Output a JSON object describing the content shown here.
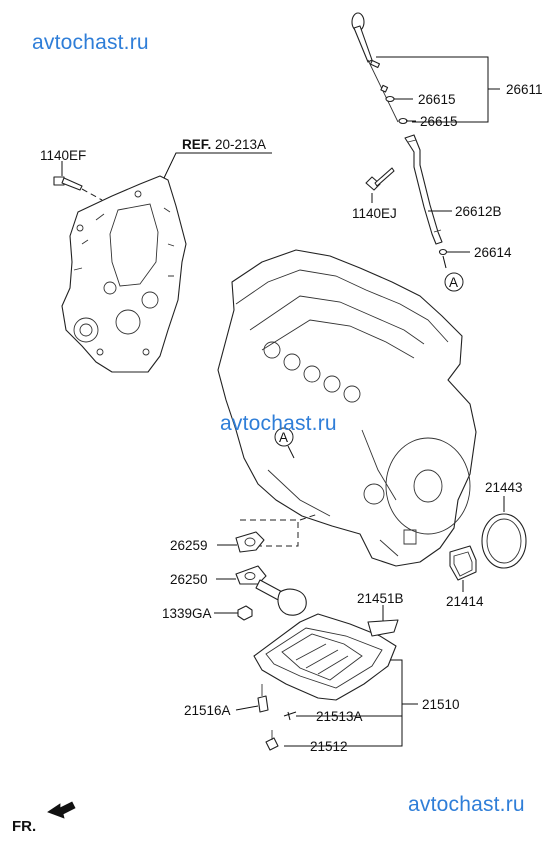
{
  "watermarks": [
    "avtochast.ru",
    "avtochast.ru",
    "avtochast.ru"
  ],
  "labels": {
    "p26611": "26611",
    "p26615a": "26615",
    "p26615b": "26615",
    "p1140EF": "1140EF",
    "ref_prefix": "REF.",
    "ref_code": "20-213A",
    "p1140EJ": "1140EJ",
    "p26612B": "26612B",
    "p26614": "26614",
    "markerA_top": "A",
    "markerA_mid": "A",
    "p21443": "21443",
    "p26259": "26259",
    "p26250": "26250",
    "p1339GA": "1339GA",
    "p21451B": "21451B",
    "p21414": "21414",
    "p21510": "21510",
    "p21516A": "21516A",
    "p21513A": "21513A",
    "p21512": "21512",
    "fr": "FR."
  },
  "colors": {
    "watermark": "#2f7ed8",
    "line": "#111111"
  }
}
